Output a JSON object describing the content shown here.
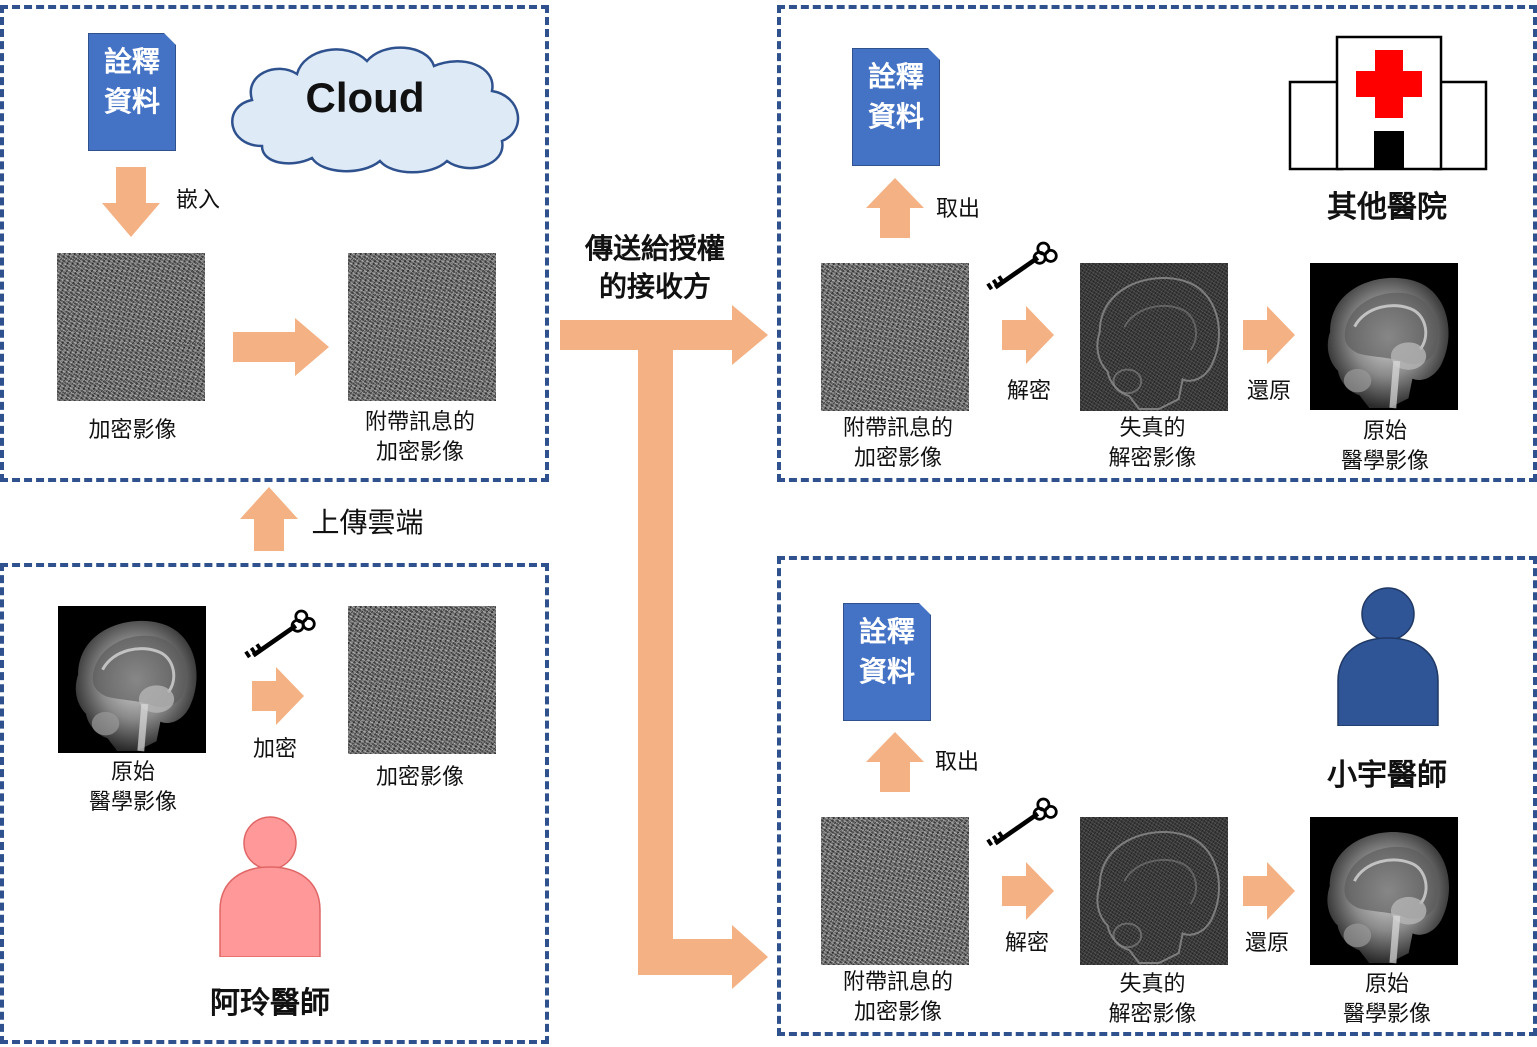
{
  "cloud": {
    "label": "Cloud"
  },
  "doc_label": "詮釋\n資料",
  "top_left": {
    "embed": "嵌入",
    "encrypted_image": "加密影像",
    "encrypted_with_info": "附帶訊息的\n加密影像"
  },
  "upload": "上傳雲端",
  "bottom_left": {
    "original": "原始\n醫學影像",
    "encrypt": "加密",
    "encrypted_image": "加密影像",
    "doctor": "阿玲醫師"
  },
  "transmit": "傳送給授權\n的接收方",
  "top_right": {
    "extract": "取出",
    "hospital": "其他醫院",
    "encrypted_with_info": "附帶訊息的\n加密影像",
    "decrypt": "解密",
    "distorted": "失真的\n解密影像",
    "restore": "還原",
    "original": "原始\n醫學影像"
  },
  "bottom_right": {
    "extract": "取出",
    "doctor": "小宇醫師",
    "encrypted_with_info": "附帶訊息的\n加密影像",
    "decrypt": "解密",
    "distorted": "失真的\n解密影像",
    "restore": "還原",
    "original": "原始\n醫學影像"
  },
  "colors": {
    "panel_border": "#2f528f",
    "doc_fill": "#4472c4",
    "arrow": "#f4b183",
    "cloud_fill": "#deebf7",
    "doctor_female": "#ff9999",
    "doctor_male": "#2f5597",
    "hospital_cross": "#ff0000"
  }
}
